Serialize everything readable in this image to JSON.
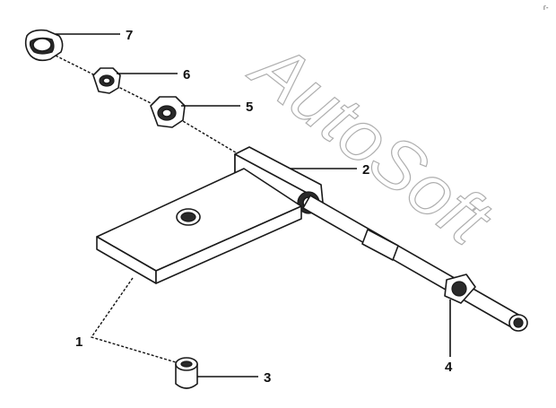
{
  "diagram": {
    "watermark": "AutoSoft",
    "corner_mark": "г-",
    "callouts": [
      {
        "id": "1",
        "label": "1"
      },
      {
        "id": "2",
        "label": "2"
      },
      {
        "id": "3",
        "label": "3"
      },
      {
        "id": "4",
        "label": "4"
      },
      {
        "id": "5",
        "label": "5"
      },
      {
        "id": "6",
        "label": "6"
      },
      {
        "id": "7",
        "label": "7"
      }
    ]
  }
}
